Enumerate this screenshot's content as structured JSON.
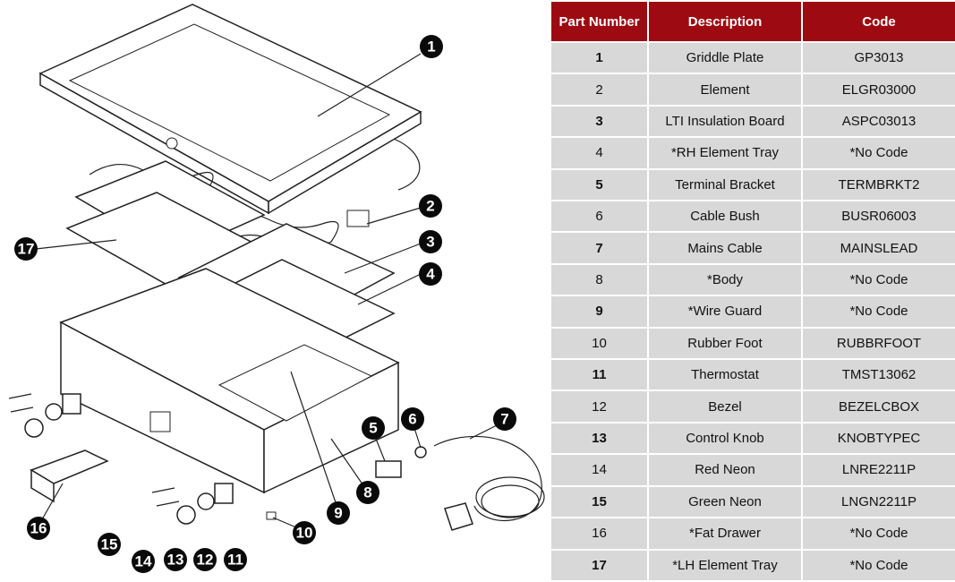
{
  "table": {
    "headers": [
      "Part Number",
      "Description",
      "Code"
    ],
    "rows": [
      {
        "num": "1",
        "desc": "Griddle Plate",
        "code": "GP3013"
      },
      {
        "num": "2",
        "desc": "Element",
        "code": "ELGR03000"
      },
      {
        "num": "3",
        "desc": "LTI Insulation Board",
        "code": "ASPC03013"
      },
      {
        "num": "4",
        "desc": "*RH Element Tray",
        "code": "*No Code"
      },
      {
        "num": "5",
        "desc": "Terminal Bracket",
        "code": "TERMBRKT2"
      },
      {
        "num": "6",
        "desc": "Cable Bush",
        "code": "BUSR06003"
      },
      {
        "num": "7",
        "desc": "Mains Cable",
        "code": "MAINSLEAD"
      },
      {
        "num": "8",
        "desc": "*Body",
        "code": "*No Code"
      },
      {
        "num": "9",
        "desc": "*Wire Guard",
        "code": "*No Code"
      },
      {
        "num": "10",
        "desc": "Rubber Foot",
        "code": "RUBBRFOOT"
      },
      {
        "num": "11",
        "desc": "Thermostat",
        "code": "TMST13062"
      },
      {
        "num": "12",
        "desc": "Bezel",
        "code": "BEZELCBOX"
      },
      {
        "num": "13",
        "desc": "Control Knob",
        "code": "KNOBTYPEC"
      },
      {
        "num": "14",
        "desc": "Red Neon",
        "code": "LNRE2211P"
      },
      {
        "num": "15",
        "desc": "Green Neon",
        "code": "LNGN2211P"
      },
      {
        "num": "16",
        "desc": "*Fat Drawer",
        "code": "*No Code"
      },
      {
        "num": "17",
        "desc": "*LH Element Tray",
        "code": "*No Code"
      }
    ]
  },
  "diagram": {
    "callouts": [
      "1",
      "2",
      "3",
      "4",
      "5",
      "6",
      "7",
      "8",
      "9",
      "10",
      "11",
      "12",
      "13",
      "14",
      "15",
      "16",
      "17"
    ]
  },
  "colors": {
    "header_bg": "#9e0a12",
    "row_bg": "#d8d8d8"
  }
}
